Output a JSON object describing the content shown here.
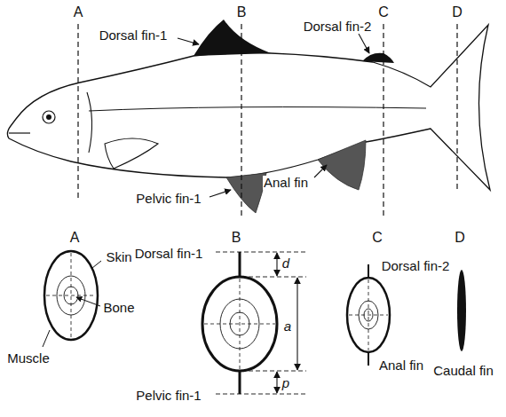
{
  "diagram": {
    "labels": [
      "A",
      "B",
      "C",
      "D",
      "Dorsal fin-1",
      "Dorsal fin-2",
      "Pelvic fin-1",
      "Anal fin",
      "A",
      "B",
      "C",
      "D",
      "Skin",
      "Bone",
      "Muscle",
      "Dorsal fin-1",
      "d",
      "a",
      "p",
      "Pelvic fin-1",
      "Dorsal fin-2",
      "Anal fin",
      "Caudal fin"
    ]
  }
}
